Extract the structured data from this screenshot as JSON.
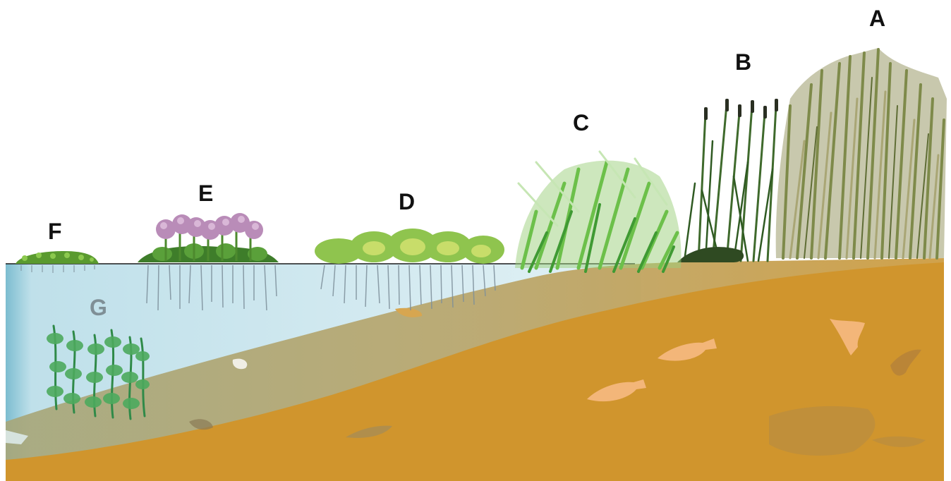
{
  "labels": {
    "a": "A",
    "b": "B",
    "c": "C",
    "d": "D",
    "e": "E",
    "f": "F",
    "g": "G"
  },
  "colors": {
    "water": "#cde6ee",
    "water_edge": "#6fb4c8",
    "sediment": "#d0952d",
    "sediment_dark": "#b98a3f",
    "fossil": "#f3b679",
    "reed": "#8c8f55",
    "cattail": "#3f6a2c",
    "sedge": "#6cc04a",
    "lettuce": "#8fc44e",
    "hyacinth_flower": "#b98cb8",
    "duckweed": "#5a9a2f",
    "submerged": "#3e9a55",
    "roots": "#8a9aa6"
  }
}
